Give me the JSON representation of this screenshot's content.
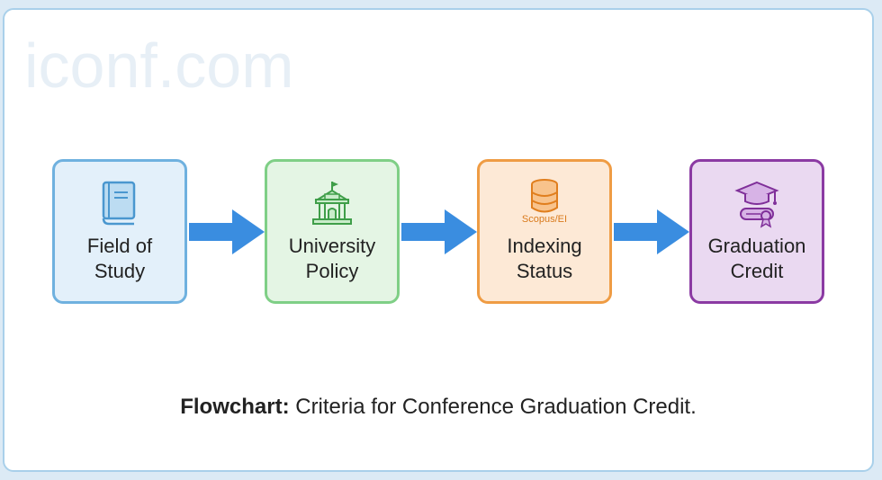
{
  "watermark": "iconf.com",
  "nodes": [
    {
      "label_line1": "Field of",
      "label_line2": "Study",
      "icon": "book-icon",
      "color": "#6fb1df"
    },
    {
      "label_line1": "University",
      "label_line2": "Policy",
      "icon": "university-building-icon",
      "color": "#7fcf86"
    },
    {
      "label_line1": "Indexing",
      "label_line2": "Status",
      "sublabel": "Scopus/EI",
      "icon": "database-icon",
      "color": "#ef9c44"
    },
    {
      "label_line1": "Graduation",
      "label_line2": "Credit",
      "icon": "graduation-cap-diploma-icon",
      "color": "#8b3aa3"
    }
  ],
  "arrow_color": "#3a8de0",
  "caption": {
    "bold": "Flowchart:",
    "text": " Criteria for Conference Graduation Credit."
  }
}
